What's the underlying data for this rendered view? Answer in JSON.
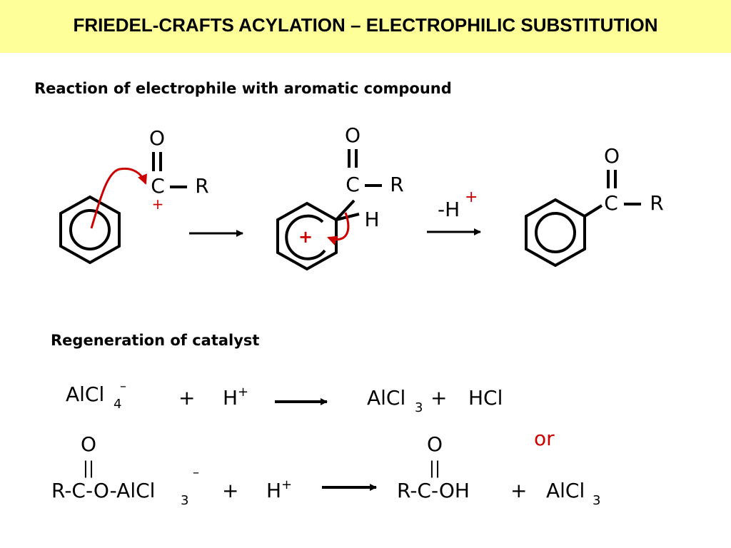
{
  "slide": {
    "title": "FRIEDEL-CRAFTS ACYLATION – ELECTROPHILIC SUBSTITUTION",
    "colors": {
      "title_bar": "#ffff99",
      "arrow_red": "#cc0000",
      "text": "#000000"
    }
  },
  "section1": {
    "heading": "Reaction of electrophile with aromatic compound",
    "acylium": {
      "o": "O",
      "c": "C",
      "r": "R",
      "charge": "+"
    },
    "sigma_complex": {
      "o": "O",
      "c": "C",
      "r": "R",
      "h": "H",
      "charge": "+"
    },
    "loss_label": "-H",
    "loss_charge": "+",
    "product": {
      "o": "O",
      "c": "C",
      "r": "R"
    }
  },
  "section2": {
    "heading": "Regeneration of catalyst",
    "eq1": {
      "left_base": "AlCl",
      "left_sub": "4",
      "left_sup": "–",
      "plus1": "+",
      "h_base": "H",
      "h_sup": "+",
      "prod_base": "AlCl",
      "prod_sub": "3",
      "plus2": "+",
      "hcl": "HCl"
    },
    "or_label": "or",
    "eq2": {
      "o_left": "O",
      "bond_left": "||",
      "left": "R-C-O-AlCl",
      "left_sub": "3",
      "left_sup": "–",
      "plus1": "+",
      "h_base": "H",
      "h_sup": "+",
      "o_right": "O",
      "bond_right": "||",
      "prod1": "R-C-OH",
      "plus2": "+",
      "prod2_base": "AlCl",
      "prod2_sub": "3"
    }
  }
}
